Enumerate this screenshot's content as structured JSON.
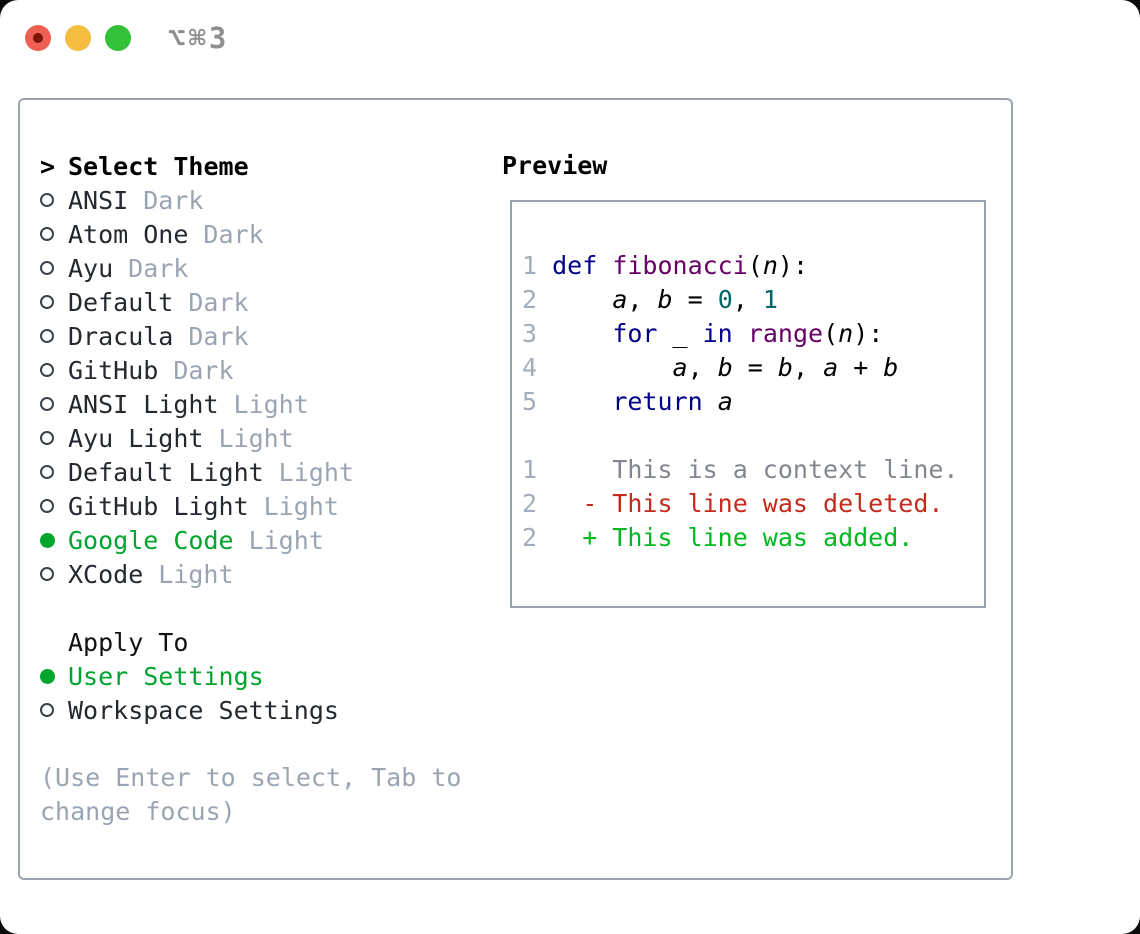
{
  "window": {
    "title": "⌥⌘3",
    "traffic_lights": [
      {
        "name": "close-button",
        "color": "#ef5f52",
        "has_inner_dot": true
      },
      {
        "name": "minimize-button",
        "color": "#f5bd40",
        "has_inner_dot": false
      },
      {
        "name": "zoom-button",
        "color": "#32c138",
        "has_inner_dot": false
      }
    ]
  },
  "colors": {
    "selection_green": "#00a42e",
    "panel_border": "#9aa3ae",
    "muted_text": "#9aa4b2",
    "keyword_blue": "#000088",
    "type_purple": "#660066",
    "literal_teal": "#006666",
    "line_number_gray": "#a3adba",
    "context_gray": "#82878f",
    "diff_deleted_red": "#c42b1c",
    "diff_added_green": "#00b81f"
  },
  "theme_panel": {
    "header": {
      "prefix": ">",
      "label": "Select Theme"
    },
    "items": [
      {
        "name": "ANSI",
        "variant": "Dark",
        "selected": false
      },
      {
        "name": "Atom One",
        "variant": "Dark",
        "selected": false
      },
      {
        "name": "Ayu",
        "variant": "Dark",
        "selected": false
      },
      {
        "name": "Default",
        "variant": "Dark",
        "selected": false
      },
      {
        "name": "Dracula",
        "variant": "Dark",
        "selected": false
      },
      {
        "name": "GitHub",
        "variant": "Dark",
        "selected": false
      },
      {
        "name": "ANSI Light",
        "variant": "Light",
        "selected": false
      },
      {
        "name": "Ayu Light",
        "variant": "Light",
        "selected": false
      },
      {
        "name": "Default Light",
        "variant": "Light",
        "selected": false
      },
      {
        "name": "GitHub Light",
        "variant": "Light",
        "selected": false
      },
      {
        "name": "Google Code",
        "variant": "Light",
        "selected": true
      },
      {
        "name": "XCode",
        "variant": "Light",
        "selected": false
      }
    ],
    "apply_to": {
      "label": "Apply To",
      "options": [
        {
          "name": "User Settings",
          "variant": "",
          "selected": true
        },
        {
          "name": "Workspace Settings",
          "variant": "",
          "selected": false
        }
      ]
    },
    "hint_lines": [
      "(Use Enter to select, Tab to",
      "change focus)"
    ]
  },
  "preview": {
    "title": "Preview",
    "code_lines": [
      {
        "num": "1",
        "kind": "code",
        "tokens": [
          {
            "t": "def ",
            "c": "kwd"
          },
          {
            "t": "fibonacci",
            "c": "typ"
          },
          {
            "t": "(",
            "c": "pln"
          },
          {
            "t": "n",
            "c": "var"
          },
          {
            "t": "):",
            "c": "pln"
          }
        ]
      },
      {
        "num": "2",
        "kind": "code",
        "tokens": [
          {
            "t": "    ",
            "c": "pln"
          },
          {
            "t": "a",
            "c": "var"
          },
          {
            "t": ", ",
            "c": "pln"
          },
          {
            "t": "b",
            "c": "var"
          },
          {
            "t": " = ",
            "c": "pln"
          },
          {
            "t": "0",
            "c": "lit"
          },
          {
            "t": ", ",
            "c": "pln"
          },
          {
            "t": "1",
            "c": "lit"
          }
        ]
      },
      {
        "num": "3",
        "kind": "code",
        "tokens": [
          {
            "t": "    ",
            "c": "pln"
          },
          {
            "t": "for",
            "c": "kwd"
          },
          {
            "t": " _ ",
            "c": "pln"
          },
          {
            "t": "in",
            "c": "kwd"
          },
          {
            "t": " ",
            "c": "pln"
          },
          {
            "t": "range",
            "c": "typ"
          },
          {
            "t": "(",
            "c": "pln"
          },
          {
            "t": "n",
            "c": "var"
          },
          {
            "t": "):",
            "c": "pln"
          }
        ]
      },
      {
        "num": "4",
        "kind": "code",
        "tokens": [
          {
            "t": "        ",
            "c": "pln"
          },
          {
            "t": "a",
            "c": "var"
          },
          {
            "t": ", ",
            "c": "pln"
          },
          {
            "t": "b",
            "c": "var"
          },
          {
            "t": " = ",
            "c": "pln"
          },
          {
            "t": "b",
            "c": "var"
          },
          {
            "t": ", ",
            "c": "pln"
          },
          {
            "t": "a",
            "c": "var"
          },
          {
            "t": " + ",
            "c": "pln"
          },
          {
            "t": "b",
            "c": "var"
          }
        ]
      },
      {
        "num": "5",
        "kind": "code",
        "tokens": [
          {
            "t": "    ",
            "c": "pln"
          },
          {
            "t": "return",
            "c": "kwd"
          },
          {
            "t": " ",
            "c": "pln"
          },
          {
            "t": "a",
            "c": "var"
          }
        ]
      },
      {
        "num": "",
        "kind": "blank",
        "tokens": []
      },
      {
        "num": "1",
        "kind": "diff",
        "tokens": [
          {
            "t": "    This is a context line.",
            "c": "ctx"
          }
        ]
      },
      {
        "num": "2",
        "kind": "diff",
        "tokens": [
          {
            "t": "  - This line was deleted.",
            "c": "del"
          }
        ]
      },
      {
        "num": "2",
        "kind": "diff",
        "tokens": [
          {
            "t": "  + This line was added.",
            "c": "add"
          }
        ]
      }
    ]
  }
}
